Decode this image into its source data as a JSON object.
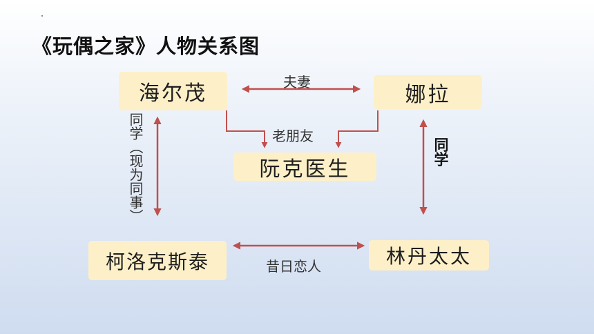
{
  "title": "《玩偶之家》人物关系图",
  "nodes": {
    "helmer": "海尔茂",
    "nora": "娜拉",
    "rank": "阮克医生",
    "krogstad": "柯洛克斯泰",
    "linde": "林丹太太"
  },
  "relations": {
    "helmer_nora": "夫妻",
    "old_friend": "老朋友",
    "helmer_krogstad": "同学（现为同事）",
    "nora_linde": "同学",
    "krogstad_linde": "昔日恋人"
  },
  "colors": {
    "arrow": "#c0504d",
    "box_fill": "#fdf0c8"
  }
}
